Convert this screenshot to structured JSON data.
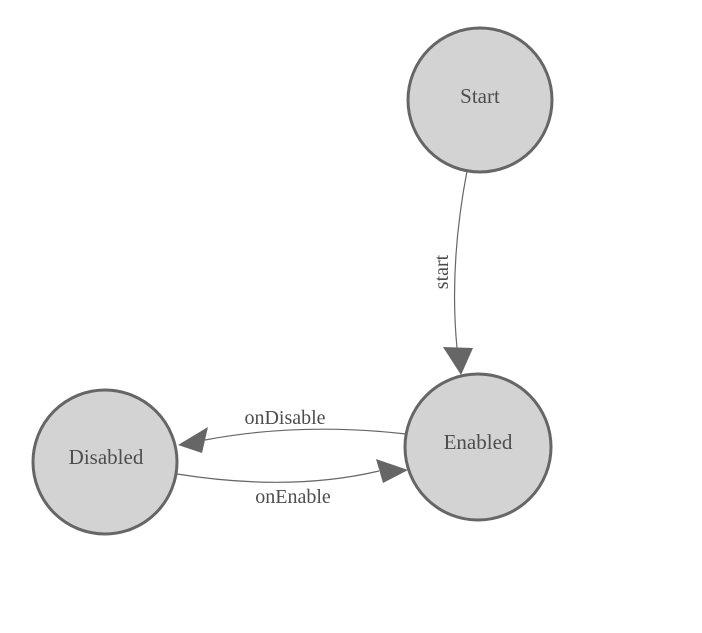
{
  "diagram": {
    "type": "state-machine",
    "colors": {
      "background": "#ffffff",
      "node_fill": "#d3d3d3",
      "node_stroke": "#666666",
      "edge_stroke": "#666666",
      "arrowhead_fill": "#666666",
      "label_text": "#4d4d4d"
    },
    "nodes": [
      {
        "id": "start",
        "label": "Start"
      },
      {
        "id": "enabled",
        "label": "Enabled"
      },
      {
        "id": "disabled",
        "label": "Disabled"
      }
    ],
    "edges": [
      {
        "id": "start-to-enabled",
        "from": "Start",
        "to": "Enabled",
        "label": "start"
      },
      {
        "id": "enabled-to-disabled",
        "from": "Enabled",
        "to": "Disabled",
        "label": "onDisable"
      },
      {
        "id": "disabled-to-enabled",
        "from": "Disabled",
        "to": "Enabled",
        "label": "onEnable"
      }
    ]
  }
}
